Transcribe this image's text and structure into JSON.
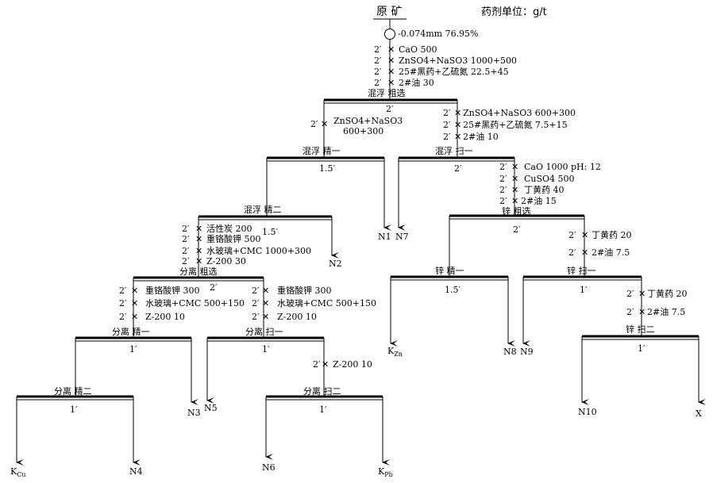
{
  "header": {
    "title": "原 矿",
    "unit_note": "药剂单位：g/t"
  },
  "feed": {
    "size_note": "-0.074mm 76.95%"
  },
  "time_prefix": "2′",
  "reagents": {
    "grind": [
      "CaO  500",
      "ZnSO4+NaSO3  1000+500",
      "25#黑药+乙硫氮 22.5+45",
      "2#油 30"
    ],
    "mix_clean1": [
      "ZnSO4+NaSO3",
      "600+300"
    ],
    "mix_scav": [
      "ZnSO4+NaSO3  600+300",
      "25#黑药+乙硫氮 7.5+15",
      "2#油 10"
    ],
    "zn_rough": [
      "CaO  1000  pH: 12",
      "CuSO4  500",
      "丁黄药  40",
      "2#油 15"
    ],
    "mix_clean2": [
      "活性炭  200",
      "重铬酸钾  500",
      "水玻璃+CMC  1000+300",
      "Z-200 30"
    ],
    "sep_clean": [
      "重铬酸钾  300",
      "水玻璃+CMC  500+150",
      "Z-200  10"
    ],
    "sep_scav": [
      "重铬酸钾  300",
      "水玻璃+CMC  500+150",
      "Z-200  10"
    ],
    "zn_scav1": [
      "丁黄药  20",
      "2#油 7.5"
    ],
    "zn_scav2": [
      "丁黄药  20",
      "2#油 7.5"
    ],
    "sep_scav2": [
      "Z-200  10"
    ]
  },
  "operations": {
    "mix_rough": {
      "name": "混浮 粗选",
      "time": "2′"
    },
    "mix_clean1": {
      "name": "混浮 精一",
      "time": "1.5′"
    },
    "mix_scav": {
      "name": "混浮 扫一",
      "time": "2′"
    },
    "mix_clean2": {
      "name": "混浮 精二",
      "time": "1.5′"
    },
    "zn_rough": {
      "name": "锌 粗选",
      "time": "2′"
    },
    "sep_rough": {
      "name": "分离 粗选",
      "time": "2′"
    },
    "zn_clean1": {
      "name": "锌 精一",
      "time": "1.5′"
    },
    "zn_scav1": {
      "name": "锌 扫一",
      "time": "1′"
    },
    "sep_clean1": {
      "name": "分离 精一",
      "time": "1′"
    },
    "sep_scav1": {
      "name": "分离 扫一",
      "time": "1′"
    },
    "zn_scav2": {
      "name": "锌 扫二",
      "time": "1′"
    },
    "sep_clean2": {
      "name": "分离 精二",
      "time": "1′"
    },
    "sep_scav2": {
      "name": "分离 扫二",
      "time": "1′"
    }
  },
  "products": {
    "N1": "N1",
    "N7": "N7",
    "N2": "N2",
    "N3": "N3",
    "N5": "N5",
    "N8": "N8",
    "N9": "N9",
    "N10": "N10",
    "X": "X",
    "N4": "N4",
    "N6": "N6",
    "KCu": {
      "main": "K",
      "sub": "Cu"
    },
    "KZn": {
      "main": "K",
      "sub": "Zn"
    },
    "KPb": {
      "main": "K",
      "sub": "Pb"
    }
  }
}
